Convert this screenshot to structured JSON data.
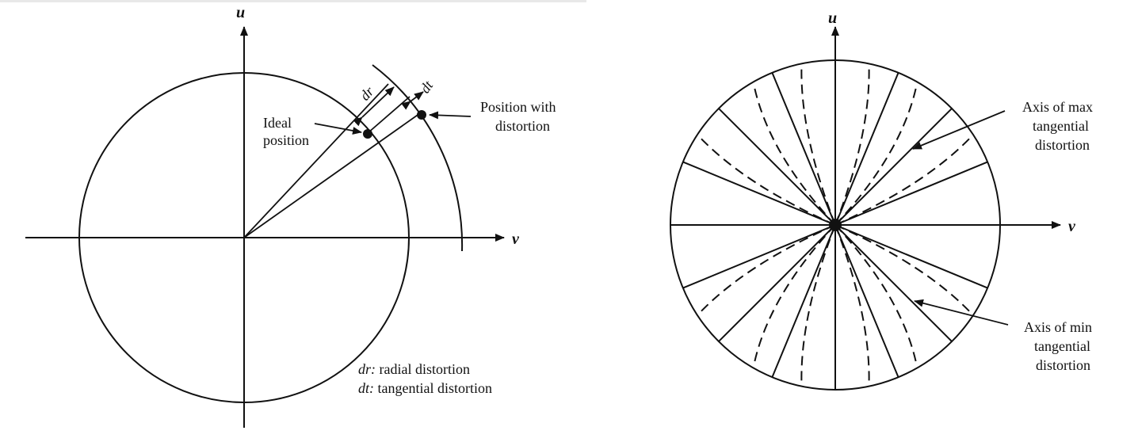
{
  "left_panel": {
    "axis_u": "u",
    "axis_v": "v",
    "dr_label": "dr",
    "dt_label": "dt",
    "ideal_line1": "Ideal",
    "ideal_line2": "position",
    "distorted_line1": "Position with",
    "distorted_line2": "distortion",
    "legend_dr_key": "dr:",
    "legend_dr_text": " radial distortion",
    "legend_dt_key": "dt:",
    "legend_dt_text": " tangential distortion"
  },
  "right_panel": {
    "axis_u": "u",
    "axis_v": "v",
    "max_line1": "Axis of max",
    "max_line2": "tangential",
    "max_line3": "distortion",
    "min_line1": "Axis of min",
    "min_line2": "tangential",
    "min_line3": "distortion"
  },
  "colors": {
    "ink": "#111111",
    "background": "#ffffff"
  }
}
